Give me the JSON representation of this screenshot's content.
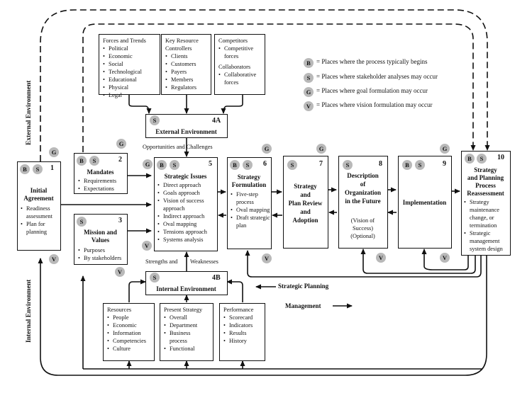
{
  "env_labels": {
    "external": "External Environment",
    "internal": "Internal Environment"
  },
  "forces_box": {
    "heading": "Forces and Trends",
    "items": [
      "Political",
      "Economic",
      "Social",
      "Technological",
      "Educational",
      "Physical",
      "Legal"
    ]
  },
  "key_resource_box": {
    "heading_line1": "Key Resource",
    "heading_line2": "Controllers",
    "items": [
      "Clients",
      "Customers",
      "Payers",
      "Members",
      "Regulators"
    ]
  },
  "competitors_box": {
    "heading1": "Competitors",
    "items1": [
      "Competitive forces"
    ],
    "heading2": "Collaborators",
    "items2": [
      "Collaborative forces"
    ]
  },
  "legend": [
    {
      "letter": "B",
      "text": "= Places where the process typically begins"
    },
    {
      "letter": "S",
      "text": "= Places where stakeholder analyses may occur"
    },
    {
      "letter": "G",
      "text": "= Places where goal formulation may occur"
    },
    {
      "letter": "V",
      "text": "= Places where vision formulation may occur"
    }
  ],
  "ext_env_box": {
    "number": "4A",
    "title": "External Environment"
  },
  "opp_label": "Opportunities and Challenges",
  "box1": {
    "number": "1",
    "title_line1": "Initial",
    "title_line2": "Agreement",
    "items": [
      "Readiness assessment",
      "Plan for planning"
    ]
  },
  "box2": {
    "number": "2",
    "title": "Mandates",
    "items": [
      "Requirements",
      "Expectations"
    ]
  },
  "box3": {
    "number": "3",
    "title_line1": "Mission and",
    "title_line2": "Values",
    "items": [
      "Purposes",
      "By stakeholders"
    ]
  },
  "box5": {
    "number": "5",
    "title": "Strategic Issues",
    "items": [
      "Direct approach",
      "Goals approach",
      "Vision of success approach",
      "Indirect approach",
      "Oval mapping",
      "Tensions approach",
      "Systems analysis"
    ]
  },
  "box6": {
    "number": "6",
    "title_line1": "Strategy",
    "title_line2": "Formulation",
    "items": [
      "Five-step process",
      "Oval mapping",
      "Draft strategic plan"
    ]
  },
  "box7": {
    "number": "7",
    "lines": [
      "Strategy",
      "and",
      "Plan Review",
      "and",
      "Adoption"
    ]
  },
  "box8": {
    "number": "8",
    "lines": [
      "Description",
      "of",
      "Organization",
      "in the Future"
    ],
    "note_lines": [
      "(Vision of",
      "Success)",
      "(Optional)"
    ]
  },
  "box9": {
    "number": "9",
    "title": "Implementation"
  },
  "box10": {
    "number": "10",
    "lines": [
      "Strategy",
      "and Planning",
      "Process",
      "Reassessment"
    ],
    "items": [
      "Strategy maintenance change, or termination",
      "Strategic management system design"
    ]
  },
  "strengths_label": "Strengths and",
  "weaknesses_label": "Weaknesses",
  "int_env_box": {
    "number": "4B",
    "title": "Internal Environment"
  },
  "resources_box": {
    "heading": "Resources",
    "items": [
      "People",
      "Economic",
      "Information",
      "Competencies",
      "Culture"
    ]
  },
  "present_box": {
    "heading": "Present Strategy",
    "items": [
      "Overall",
      "Department",
      "Business process",
      "Functional"
    ]
  },
  "performance_box": {
    "heading": "Performance",
    "items": [
      "Scorecard",
      "Indicators",
      "Results",
      "History"
    ]
  },
  "strategic_planning_label": "Strategic Planning",
  "management_label": "Management"
}
